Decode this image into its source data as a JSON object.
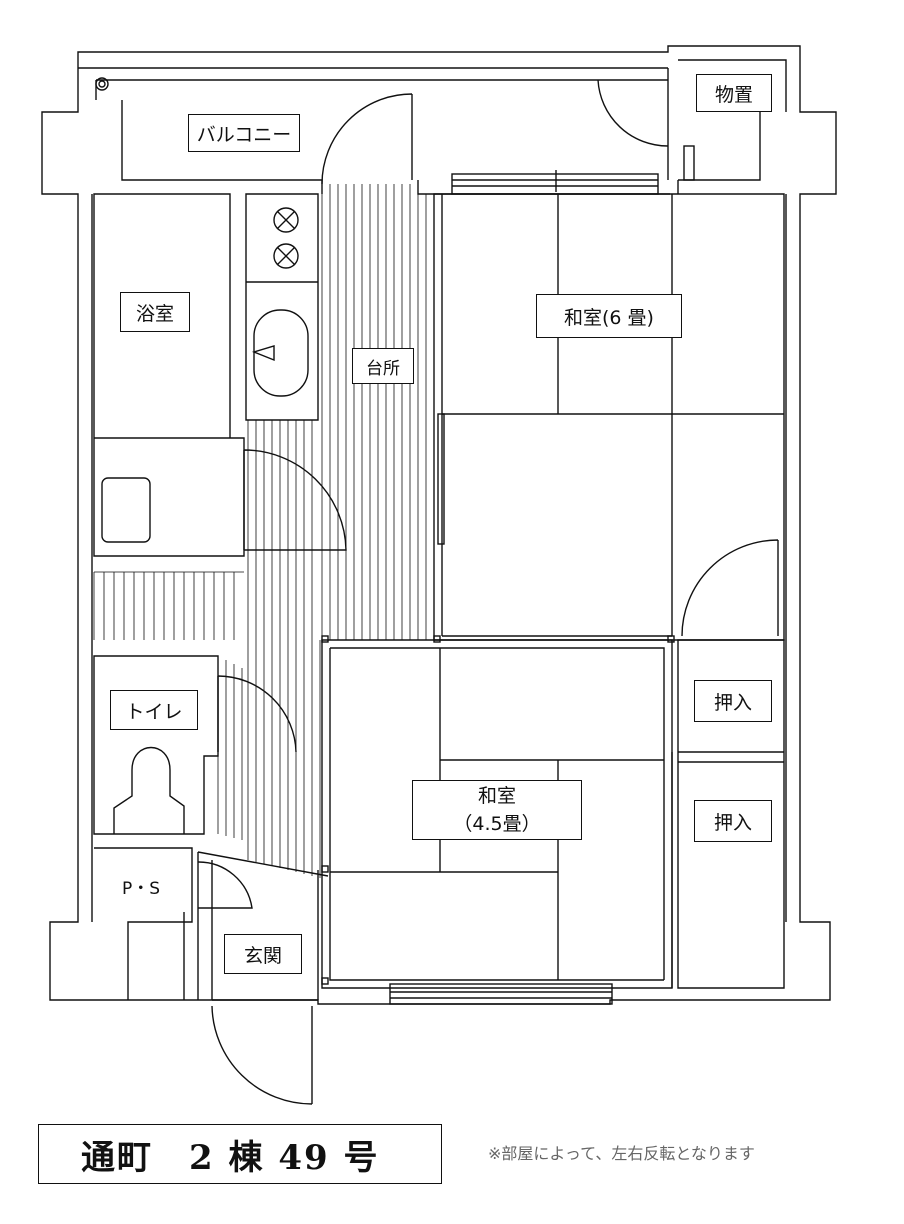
{
  "rooms": {
    "balcony": "バルコニー",
    "storage": "物置",
    "bath": "浴室",
    "kitchen": "台所",
    "washitsu6": "和室(6 畳)",
    "toilet": "トイレ",
    "ps": "P・S",
    "entrance": "玄関",
    "washitsu45_line1": "和室",
    "washitsu45_line2": "（4.5畳）",
    "closet_upper": "押入",
    "closet_lower": "押入"
  },
  "footer": {
    "title": "通町　2 棟 49 号",
    "note": "※部屋によって、左右反転となります"
  }
}
